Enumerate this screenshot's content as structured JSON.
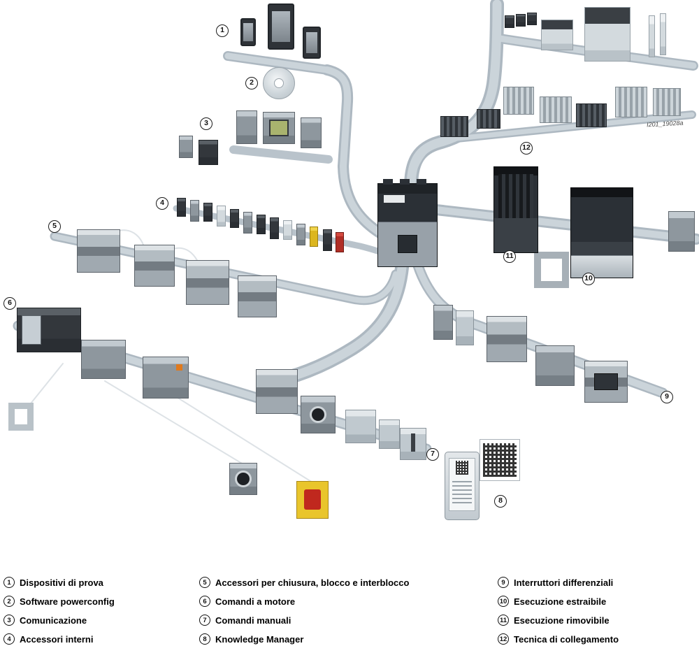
{
  "watermark": "I201_19028a",
  "callouts": [
    "1",
    "2",
    "3",
    "4",
    "5",
    "6",
    "7",
    "8",
    "9",
    "10",
    "11",
    "12"
  ],
  "legend": {
    "items": [
      {
        "num": "1",
        "label": "Dispositivi di prova"
      },
      {
        "num": "2",
        "label": "Software powerconfig"
      },
      {
        "num": "3",
        "label": "Comunicazione"
      },
      {
        "num": "4",
        "label": "Accessori interni"
      },
      {
        "num": "5",
        "label": "Accessori per chiusura, blocco e interblocco"
      },
      {
        "num": "6",
        "label": "Comandi a motore"
      },
      {
        "num": "7",
        "label": "Comandi manuali"
      },
      {
        "num": "8",
        "label": "Knowledge Manager"
      },
      {
        "num": "9",
        "label": "Interruttori differenziali"
      },
      {
        "num": "10",
        "label": "Esecuzione estraibile"
      },
      {
        "num": "11",
        "label": "Esecuzione rimovibile"
      },
      {
        "num": "12",
        "label": "Tecnica di collegamento"
      }
    ]
  },
  "colors": {
    "rail": "#bcc6ce",
    "device_dark": "#33373c",
    "device_mid": "#8e979e",
    "device_light": "#c0c9cf",
    "accent_red": "#c0281e",
    "accent_yellow": "#e9c52c",
    "display_green": "#a9b36e"
  }
}
